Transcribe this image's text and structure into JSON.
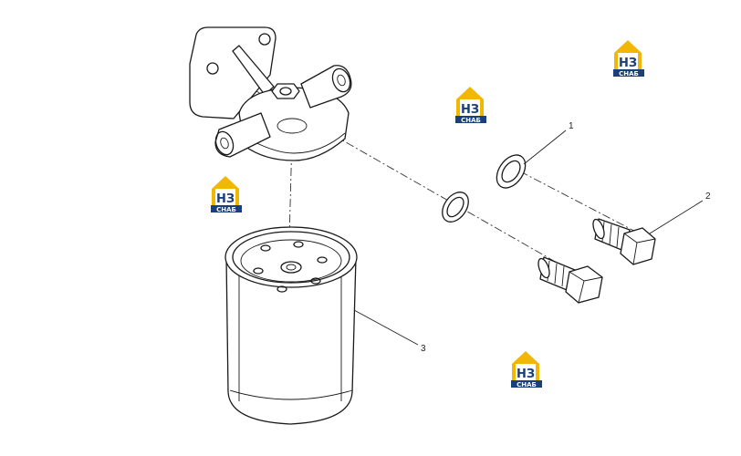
{
  "callouts": [
    {
      "label": "1"
    },
    {
      "label": "2"
    },
    {
      "label": "3"
    }
  ],
  "watermark": {
    "logo_letters": "НЗ",
    "logo_caption": "СНАБ",
    "colors": {
      "house": "#f2b705",
      "text": "#1b3f7a",
      "caption_bg": "#1b3f7a",
      "caption_text": "#ffffff"
    }
  }
}
